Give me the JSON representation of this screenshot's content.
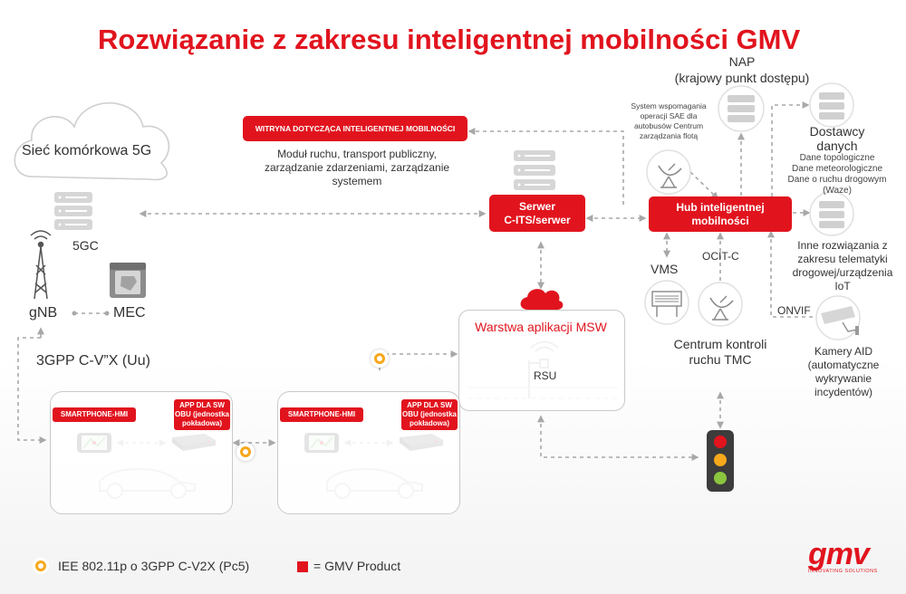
{
  "title": "Rozwiązanie z zakresu inteligentnej mobilności GMV",
  "cloud_5g": "Sieć komórkowa 5G",
  "label_5gc": "5GC",
  "label_gnb": "gNB",
  "label_mec": "MEC",
  "label_uu": "3GPP C-V”X (Uu)",
  "witryna": {
    "tag": "WITRYNA DOTYCZĄCA INTELIGENTNEJ MOBILNOŚCI",
    "desc1": "Moduł ruchu, transport publiczny,",
    "desc2": "zarządzanie zdarzeniami, zarządzanie",
    "desc3": "systemem"
  },
  "server": {
    "line1": "Serwer",
    "line2": "C-ITS/serwer"
  },
  "hub": {
    "line1": "Hub inteligentnej",
    "line2": "mobilności"
  },
  "nap": {
    "line1": "NAP",
    "line2": "(krajowy punkt dostępu)"
  },
  "sae": {
    "line1": "System wspomagania",
    "line2": "operacji SAE dla",
    "line3": "autobusów Centrum",
    "line4": "zarządzania flotą"
  },
  "providers": {
    "line1": "Dostawcy",
    "line2": "danych",
    "line3": "Dane topologiczne",
    "line4": "Dane meteorologiczne",
    "line5": "Dane o ruchu drogowym",
    "line6": "(Waze)"
  },
  "telematics": {
    "line1": "Inne rozwiązania z",
    "line2": "zakresu telematyki",
    "line3": "drogowej/urządzenia",
    "line4": "IoT"
  },
  "vms": "VMS",
  "ocit": "OCIT-C",
  "tmc": {
    "line1": "Centrum kontroli",
    "line2": "ruchu TMC"
  },
  "onvif": "ONVIF",
  "aid": {
    "line1": "Kamery AID",
    "line2": "(automatyczne",
    "line3": "wykrywanie",
    "line4": "incydentów)"
  },
  "msw": "Warstwa aplikacji MSW",
  "rsu": "RSU",
  "smartphone_hmi": "SMARTPHONE-HMI",
  "obu": {
    "line1": "APP DLA SW",
    "line2": "OBU (jednostka",
    "line3": "pokładowa)"
  },
  "legend": {
    "pc5": "IEE 802.11p o 3GPP C-V2X (Pc5)",
    "gmv_product": "= GMV Product"
  },
  "logo": {
    "text": "gmv",
    "tagline": "INNOVATING SOLUTIONS"
  },
  "colors": {
    "gmv_red": "#e1141e",
    "connector_grey": "#a8a8a8",
    "pc5_orange": "#f7a81b"
  }
}
